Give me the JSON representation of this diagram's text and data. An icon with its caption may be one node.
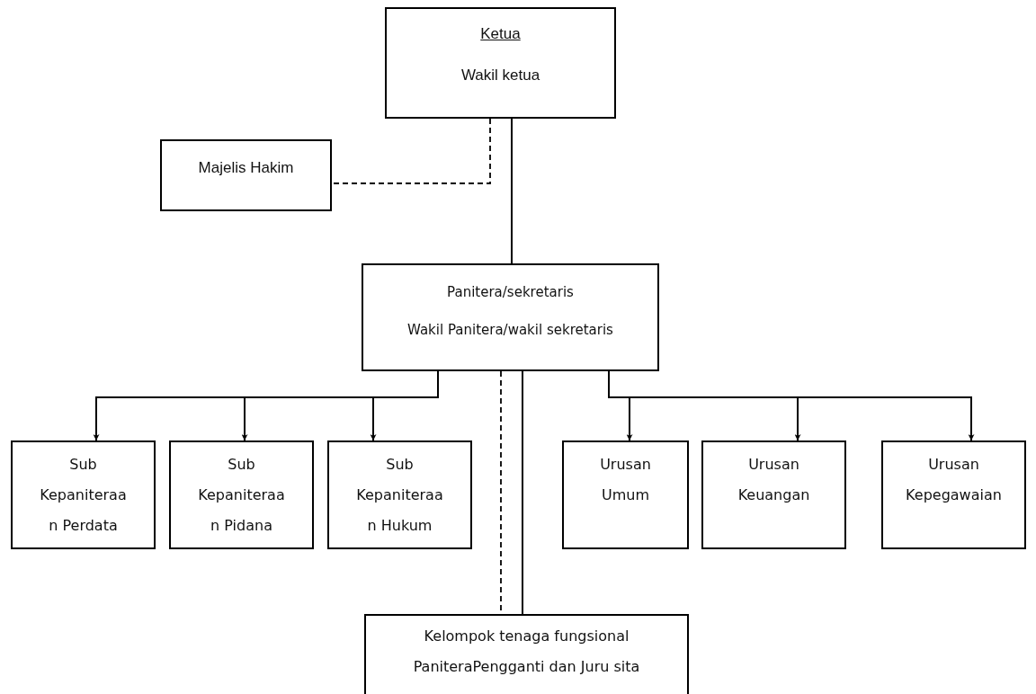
{
  "diagram": {
    "nodes": [
      {
        "text": [
          "Ketua",
          "Wakil ketua"
        ]
      },
      {
        "text": [
          "Majelis Hakim"
        ]
      },
      {
        "text": [
          "Panitera/sekretaris",
          "Wakil Panitera/wakil sekretaris"
        ]
      },
      {
        "text": [
          "Sub Kepaniteraa n Perdata"
        ]
      },
      {
        "text": [
          "Sub Kepaniteraa n Pidana"
        ]
      },
      {
        "text": [
          "Sub Kepaniteraa n Hukum"
        ]
      },
      {
        "text": [
          "Urusan Umum"
        ]
      },
      {
        "text": [
          "Urusan Keuangan"
        ]
      },
      {
        "text": [
          "Urusan Kepegawaian"
        ]
      },
      {
        "text": [
          "Kelompok tenaga fungsional PaniteraPengganti dan Juru sita"
        ]
      }
    ],
    "edges": [
      {
        "from": 0,
        "to": 1,
        "arrow": "none",
        "style": "dashed"
      },
      {
        "from": 0,
        "to": 2,
        "arrow": "none"
      },
      {
        "from": 2,
        "to": 3,
        "arrow": "to"
      },
      {
        "from": 2,
        "to": 4,
        "arrow": "to"
      },
      {
        "from": 2,
        "to": 5,
        "arrow": "to"
      },
      {
        "from": 2,
        "to": 6,
        "arrow": "to"
      },
      {
        "from": 2,
        "to": 7,
        "arrow": "to"
      },
      {
        "from": 2,
        "to": 8,
        "arrow": "to"
      },
      {
        "from": 2,
        "to": 9,
        "arrow": "none",
        "style": "dashed"
      },
      {
        "from": 2,
        "to": 9,
        "arrow": "none"
      }
    ]
  }
}
